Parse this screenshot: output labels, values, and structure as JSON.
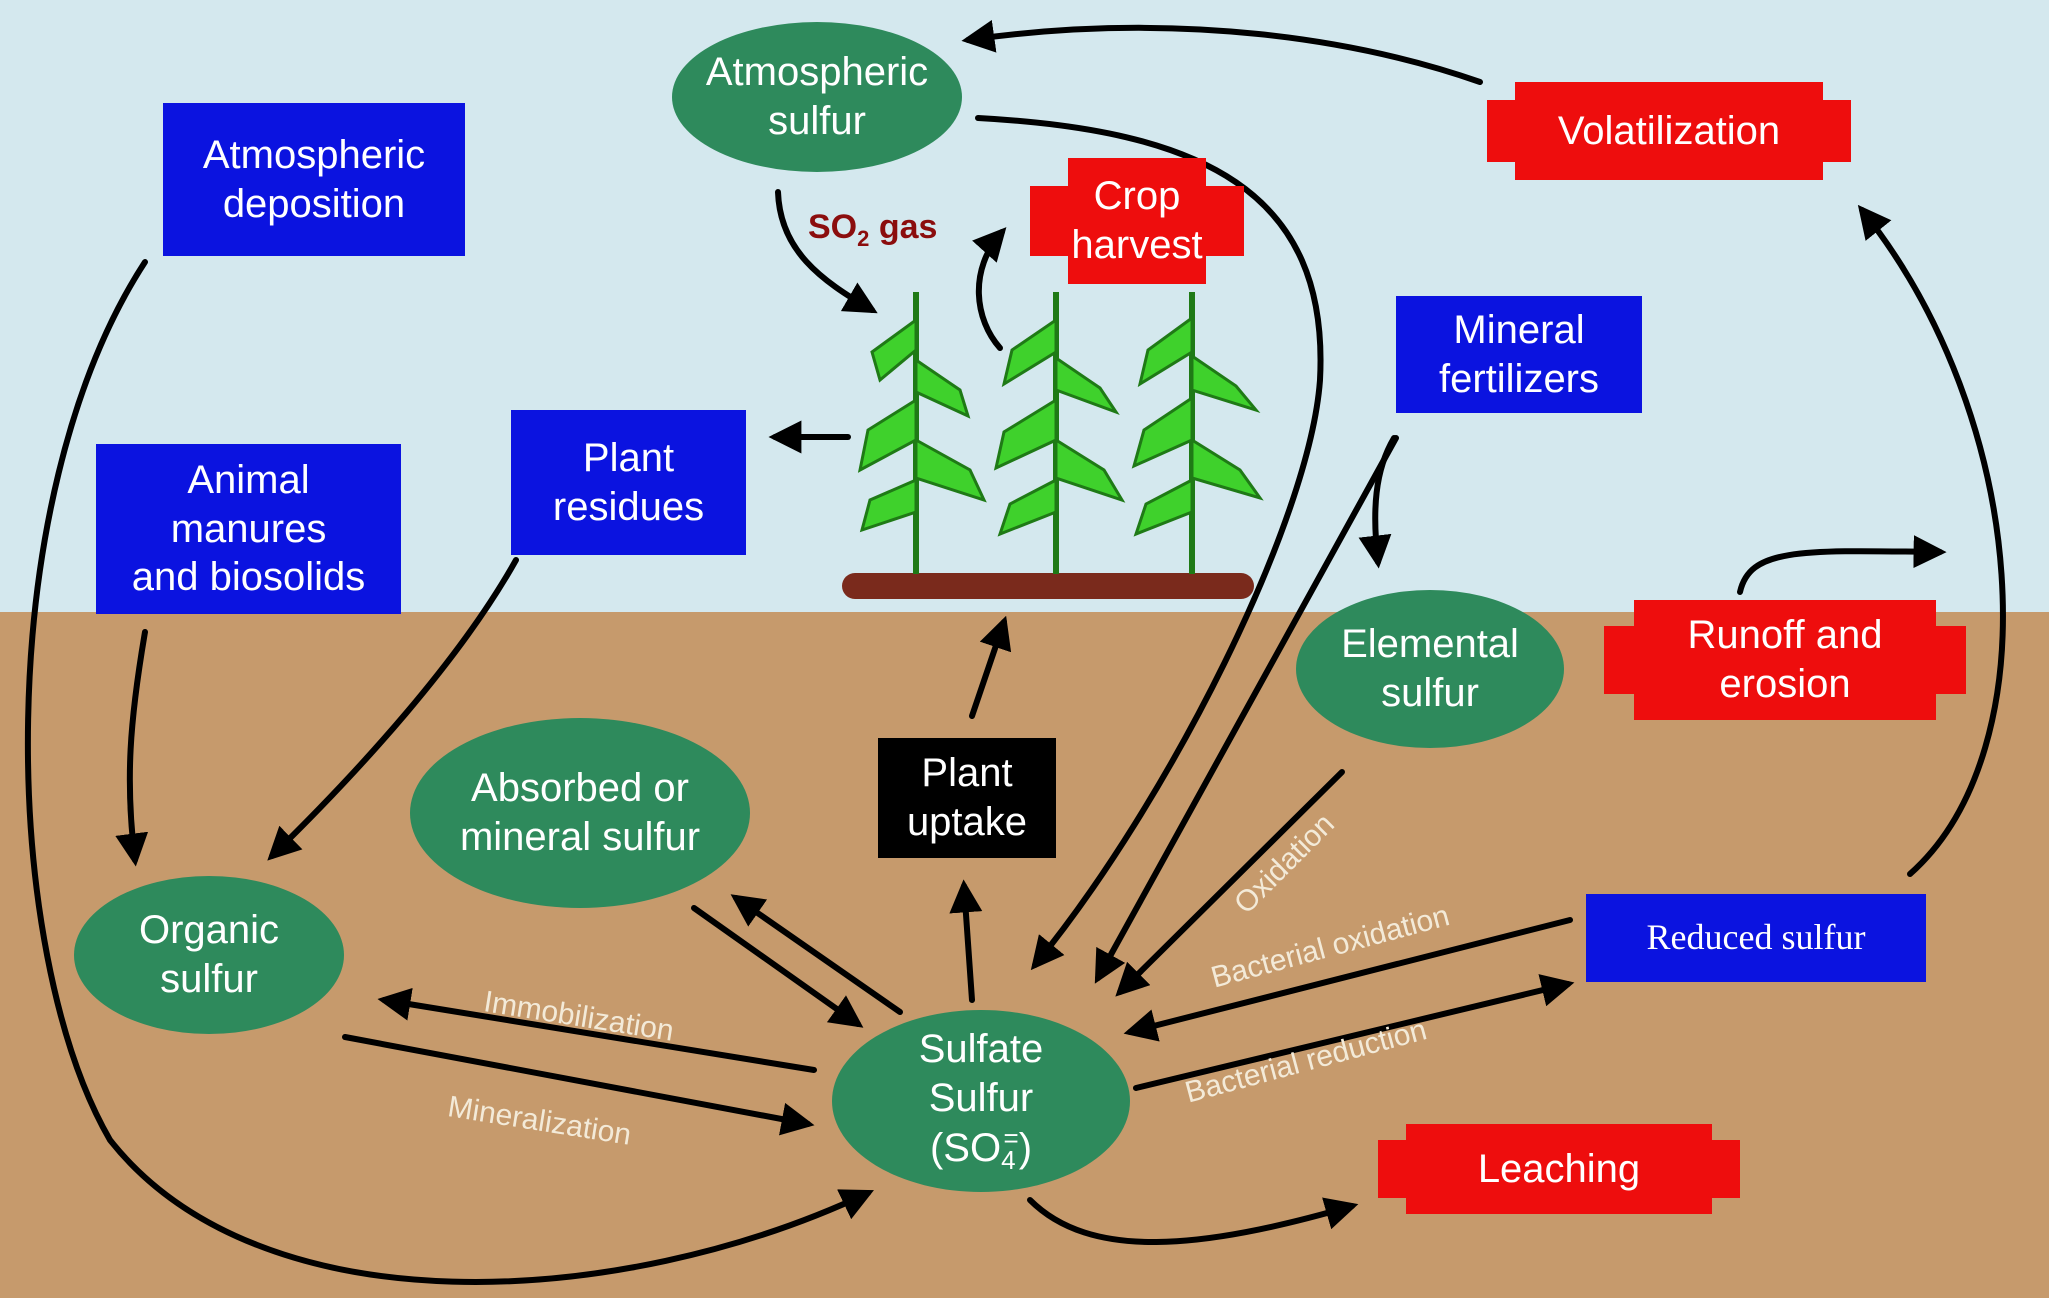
{
  "colors": {
    "sky": "#d4e8ee",
    "soil": "#c69a6c",
    "input_box": "#0b13e0",
    "output_box": "#ee0d0d",
    "pool_ellipse": "#2e8a5c",
    "plant": "#3fd12c",
    "soil_bar": "#7a2a1c"
  },
  "nodes": {
    "atmospheric_sulfur": "Atmospheric\nsulfur",
    "atmospheric_deposition": "Atmospheric\ndeposition",
    "volatilization": "Volatilization",
    "crop_harvest": "Crop\nharvest",
    "so2_gas": "gas",
    "so2_formula_main": "SO",
    "so2_formula_sub": "2",
    "mineral_fertilizers": "Mineral\nfertilizers",
    "animal_manures": "Animal\nmanures\nand biosolids",
    "plant_residues": "Plant\nresidues",
    "elemental_sulfur": "Elemental\nsulfur",
    "runoff_erosion": "Runoff and\nerosion",
    "absorbed_mineral_sulfur": "Absorbed or\nmineral sulfur",
    "plant_uptake": "Plant\nuptake",
    "organic_sulfur": "Organic\nsulfur",
    "reduced_sulfur": "Reduced sulfur",
    "sulfate_sulfur": "Sulfate\nSulfur",
    "sulfate_formula_main": "(SO",
    "sulfate_formula_sub": "4",
    "sulfate_formula_sup": "=",
    "sulfate_formula_close": ")",
    "leaching": "Leaching"
  },
  "processes": {
    "immobilization": "Immobilization",
    "mineralization": "Mineralization",
    "oxidation": "Oxidation",
    "bacterial_oxidation": "Bacterial oxidation",
    "bacterial_reduction": "Bacterial reduction"
  },
  "icons": [
    "corn-plant-icon",
    "soil-bar-icon"
  ]
}
